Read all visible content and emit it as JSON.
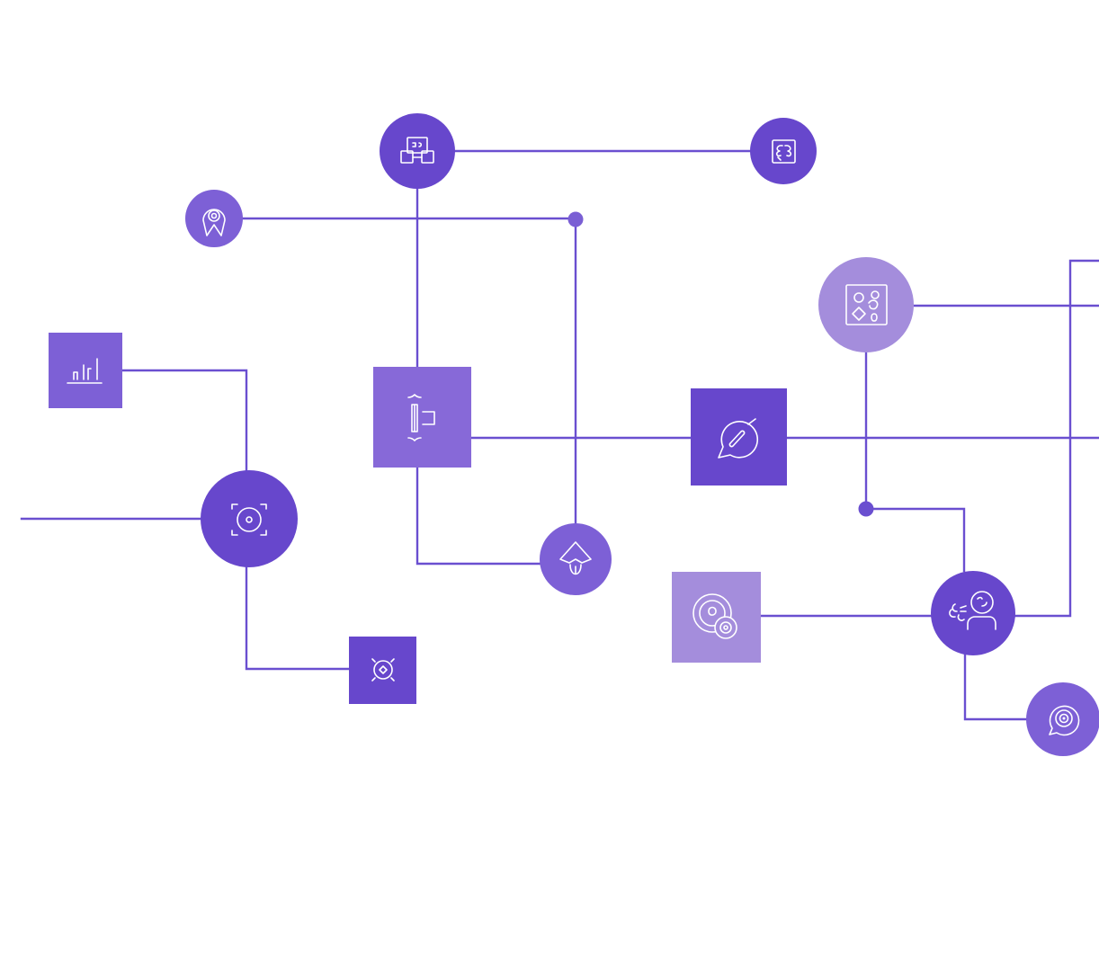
{
  "diagram": {
    "colors": {
      "background": "#ffffff",
      "connector": "#6a4fd0",
      "node_dark": "#6747cc",
      "node_medium": "#7d60d6",
      "node_light": "#a48ddc",
      "icon_stroke": "#ffffff"
    },
    "nodes": [
      {
        "name": "cube-hub-icon",
        "shape": "circle",
        "tone": "dark"
      },
      {
        "name": "butterfly-card-icon",
        "shape": "circle",
        "tone": "dark"
      },
      {
        "name": "location-pin-icon",
        "shape": "circle",
        "tone": "medium"
      },
      {
        "name": "bar-chart-icon",
        "shape": "square",
        "tone": "medium"
      },
      {
        "name": "text-cursor-icon",
        "shape": "square",
        "tone": "medium"
      },
      {
        "name": "target-focus-icon",
        "shape": "circle",
        "tone": "dark"
      },
      {
        "name": "spider-icon",
        "shape": "circle",
        "tone": "medium"
      },
      {
        "name": "robot-face-icon",
        "shape": "square",
        "tone": "dark"
      },
      {
        "name": "chat-tool-icon",
        "shape": "square",
        "tone": "dark"
      },
      {
        "name": "game-board-icon",
        "shape": "circle",
        "tone": "light"
      },
      {
        "name": "disc-layers-icon",
        "shape": "square",
        "tone": "light"
      },
      {
        "name": "person-voice-icon",
        "shape": "circle",
        "tone": "dark"
      },
      {
        "name": "speech-target-icon",
        "shape": "circle",
        "tone": "medium"
      }
    ]
  }
}
